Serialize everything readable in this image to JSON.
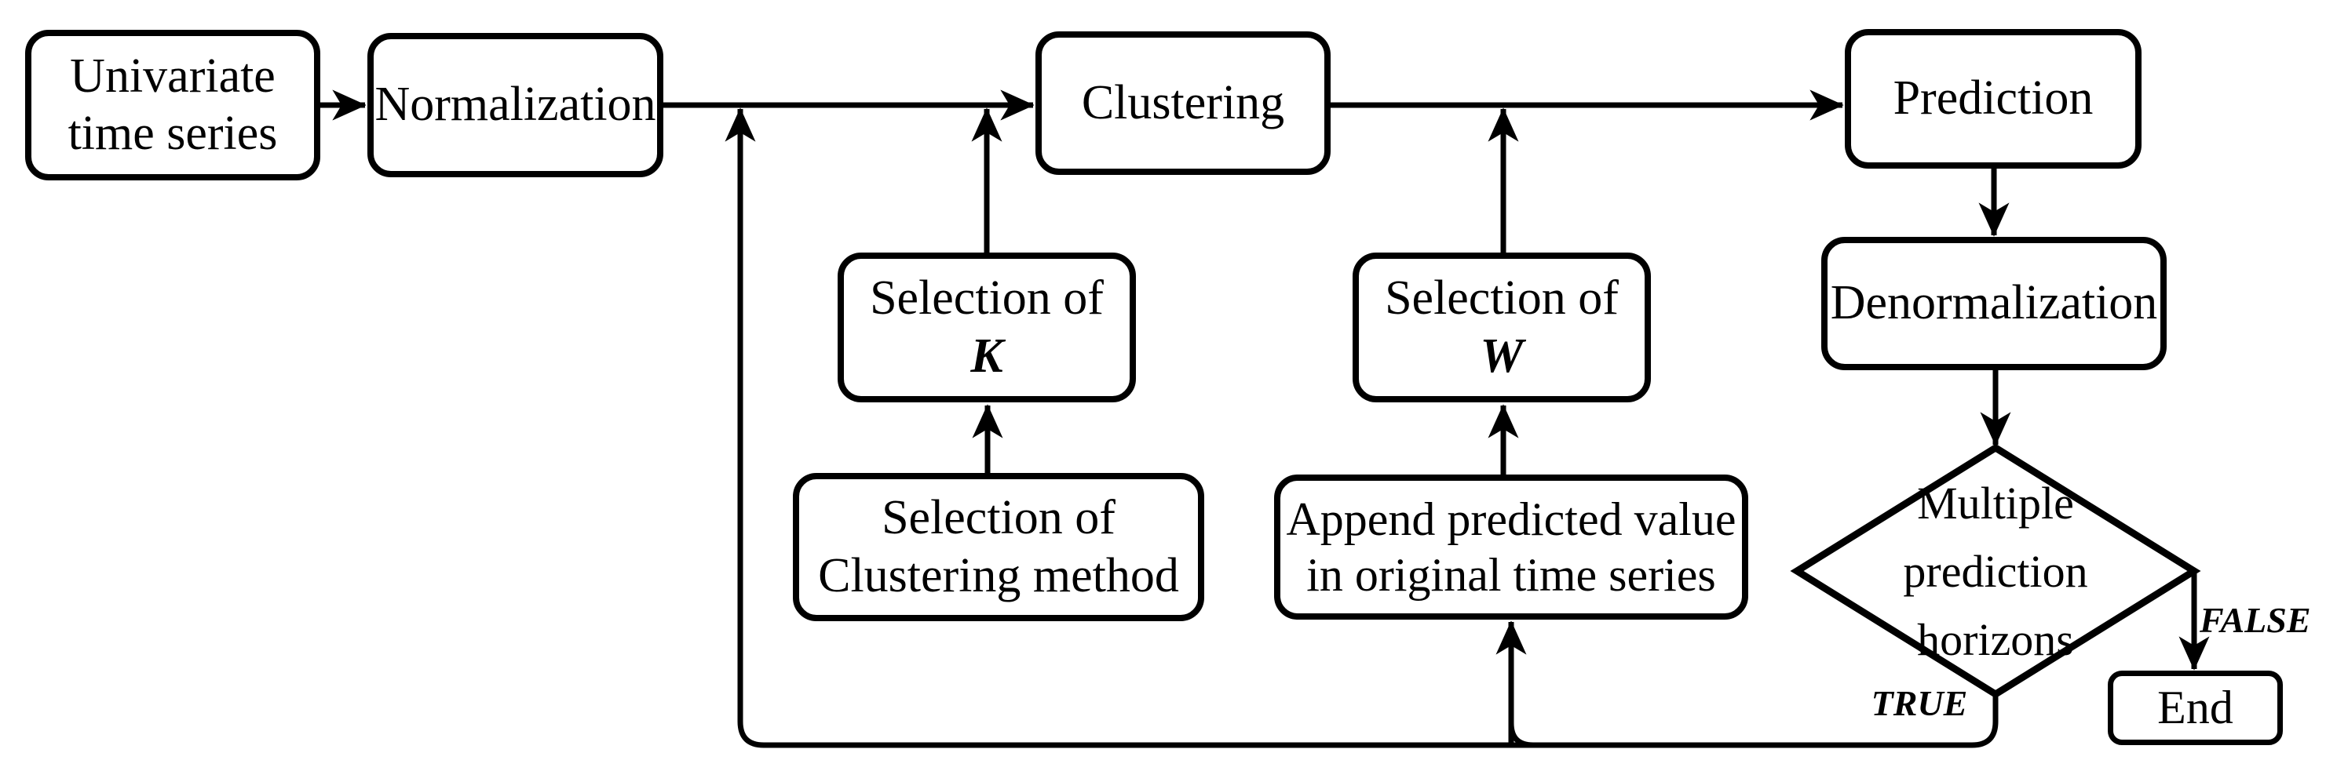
{
  "flowchart": {
    "nodes": {
      "univariate": {
        "line1": "Univariate",
        "line2": "time series"
      },
      "normalization": {
        "label": "Normalization"
      },
      "clustering": {
        "label": "Clustering"
      },
      "prediction": {
        "label": "Prediction"
      },
      "selection_k": {
        "line1": "Selection of",
        "line2": "K"
      },
      "selection_w": {
        "line1": "Selection of",
        "line2": "W"
      },
      "clustering_method": {
        "line1": "Selection of",
        "line2": "Clustering method"
      },
      "append_predicted": {
        "line1": "Append predicted value",
        "line2": "in original time series"
      },
      "denormalization": {
        "label": "Denormalization"
      },
      "decision": {
        "line1": "Multiple",
        "line2": "prediction",
        "line3": "horizons"
      },
      "end": {
        "label": "End"
      }
    },
    "edge_labels": {
      "true_branch": "TRUE",
      "false_branch": "FALSE"
    },
    "edges": [
      {
        "from": "univariate",
        "to": "normalization"
      },
      {
        "from": "normalization",
        "to": "clustering"
      },
      {
        "from": "clustering",
        "to": "prediction"
      },
      {
        "from": "clustering_method",
        "to": "selection_k"
      },
      {
        "from": "selection_k",
        "to": "clustering"
      },
      {
        "from": "append_predicted",
        "to": "selection_w"
      },
      {
        "from": "selection_w",
        "to": "prediction"
      },
      {
        "from": "prediction",
        "to": "denormalization"
      },
      {
        "from": "denormalization",
        "to": "decision"
      },
      {
        "from": "decision",
        "to": "end",
        "label": "FALSE"
      },
      {
        "from": "decision",
        "to": "append_predicted",
        "label": "TRUE"
      },
      {
        "from": "decision",
        "to": "clustering",
        "label": "TRUE"
      }
    ],
    "colors": {
      "stroke": "#000000",
      "background": "#ffffff",
      "text": "#000000"
    }
  }
}
